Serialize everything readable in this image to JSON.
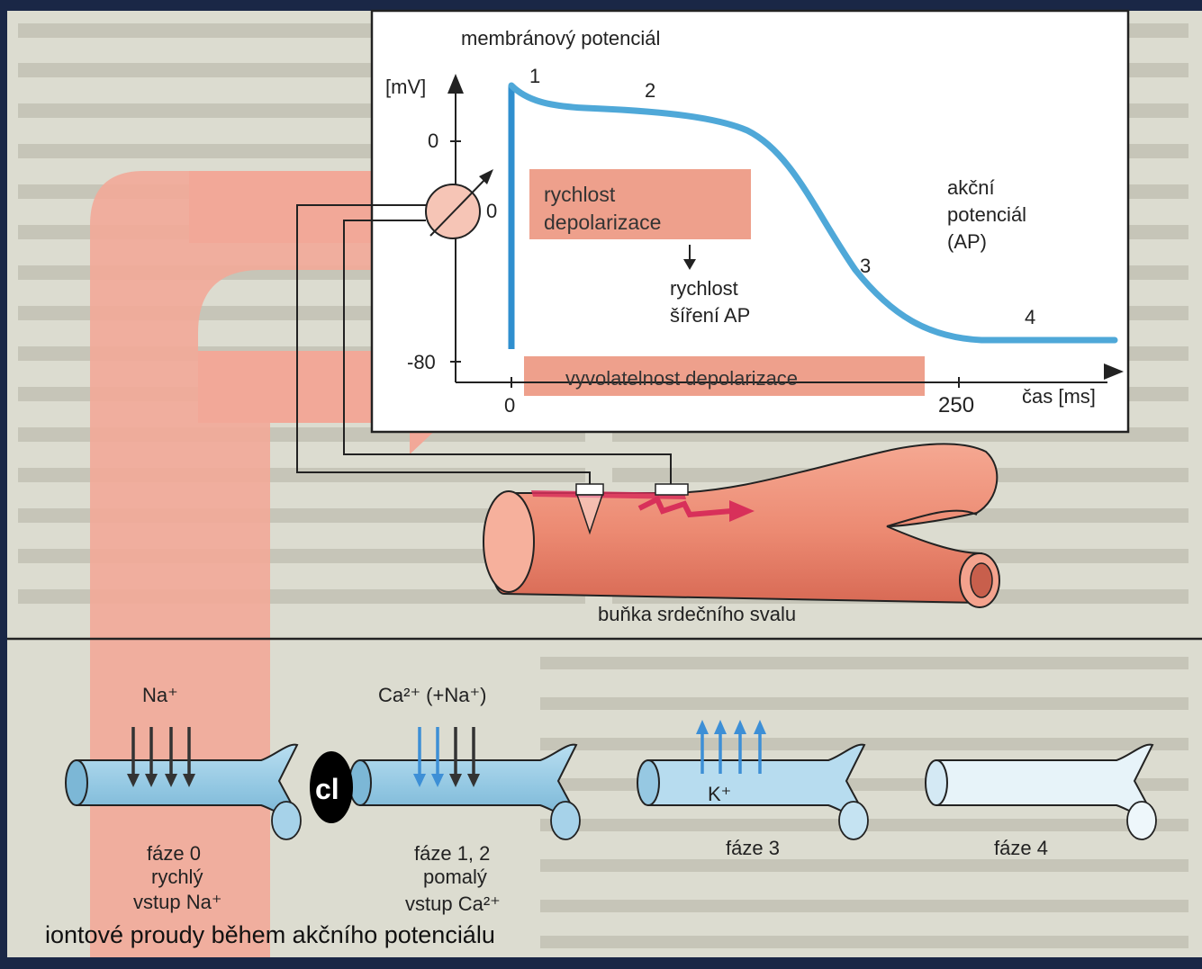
{
  "diagram": {
    "title": "membránový potenciál",
    "y_unit": "[mV]",
    "y_tick_zero": "0",
    "y_tick_neg80": "-80",
    "x_tick_zero": "0",
    "x_tick_250": "250",
    "x_axis_label": "čas [ms]",
    "electrode_zero": "0",
    "phase_1": "1",
    "phase_2": "2",
    "phase_3": "3",
    "phase_4": "4",
    "box_rate_line1": "rychlost",
    "box_rate_line2": "depolarizace",
    "propagation_line1": "rychlost",
    "propagation_line2": "šíření AP",
    "ap_line1": "akční",
    "ap_line2": "potenciál",
    "ap_line3": "(AP)",
    "excitability": "vyvolatelnost depolarizace",
    "cell_label": "buňka srdečního svalu",
    "ion_currents_title": "iontové proudy během akčního potenciálu",
    "marker": "cl"
  },
  "ion_panels": [
    {
      "ion_top": "Na⁺",
      "ion_mid": "",
      "caption_1": "fáze 0",
      "caption_2": "rychlý",
      "caption_3": "vstup Na⁺"
    },
    {
      "ion_top": "Ca²⁺ (+Na⁺)",
      "ion_mid": "",
      "caption_1": "fáze 1, 2",
      "caption_2": "pomalý",
      "caption_3": "vstup Ca²⁺"
    },
    {
      "ion_top": "",
      "ion_mid": "K⁺",
      "caption_1": "fáze 3",
      "caption_2": "",
      "caption_3": ""
    },
    {
      "ion_top": "",
      "ion_mid": "",
      "caption_1": "fáze 4",
      "caption_2": "",
      "caption_3": ""
    }
  ],
  "colors": {
    "page_bg": "#1a2746",
    "paper": "#dcdcd0",
    "salmon": "#f2a898",
    "ap_curve": "#4fa8d8",
    "ap_upstroke": "#2f8fcf",
    "cell": "#ee8a72",
    "vessel": "#9fcde6",
    "vessel_light": "#d8ecf6",
    "arrow_dark": "#333333",
    "arrow_blue": "#3d8fd6"
  }
}
